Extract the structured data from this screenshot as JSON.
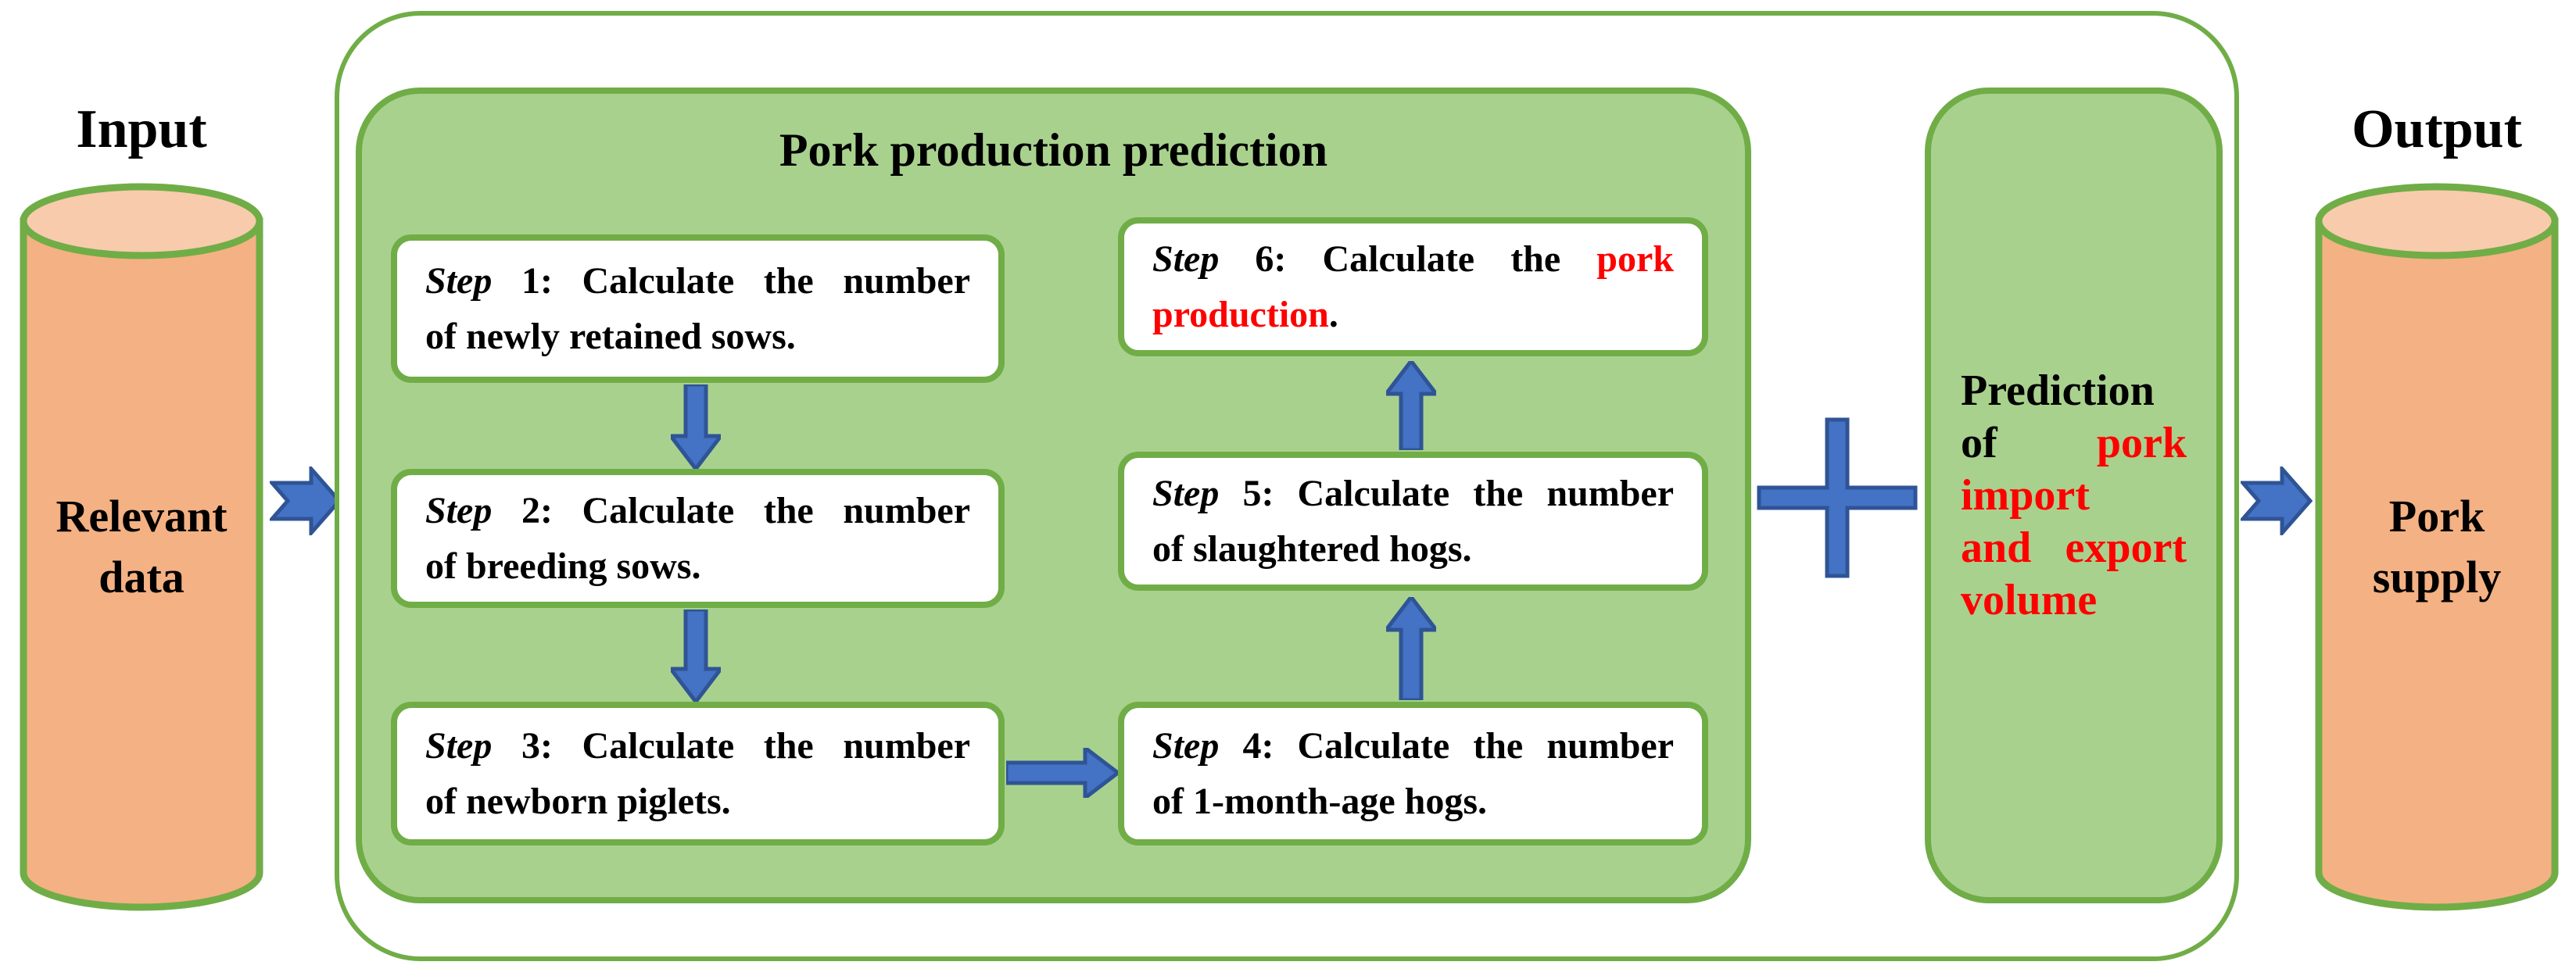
{
  "labels": {
    "input": "Input",
    "output": "Output"
  },
  "input_cylinder": {
    "line1": "Relevant",
    "line2": "data"
  },
  "output_cylinder": {
    "line1": "Pork",
    "line2": "supply"
  },
  "main_box": {
    "title": "Pork production prediction"
  },
  "steps": [
    {
      "step_word": "Step",
      "step_num": "1:",
      "words": [
        "Calculate",
        "the",
        "number"
      ],
      "line2": "of newly retained sows."
    },
    {
      "step_word": "Step",
      "step_num": "2:",
      "words": [
        "Calculate",
        "the",
        "number"
      ],
      "line2": "of breeding sows."
    },
    {
      "step_word": "Step",
      "step_num": "3:",
      "words": [
        "Calculate",
        "the",
        "number"
      ],
      "line2": "of newborn piglets."
    },
    {
      "step_word": "Step",
      "step_num": "4:",
      "words": [
        "Calculate",
        "the",
        "number"
      ],
      "line2": "of 1-month-age hogs."
    },
    {
      "step_word": "Step",
      "step_num": "5:",
      "words": [
        "Calculate",
        "the",
        "number"
      ],
      "line2": "of slaughtered hogs."
    },
    {
      "step_word": "Step",
      "step_num": "6:",
      "words": [
        "Calculate",
        "the",
        "pork"
      ],
      "line2_red": "production",
      "line2_end": "."
    }
  ],
  "import_export_box": {
    "l1": "Prediction",
    "l2a": "of",
    "l2b": "pork",
    "l3": "import",
    "l4a": "and",
    "l4b": "export",
    "l5": "volume"
  },
  "icons": {
    "plus": "plus-icon",
    "arrow_right": "arrow-right-icon",
    "arrow_down": "arrow-down-icon",
    "arrow_up": "arrow-up-icon"
  },
  "colors": {
    "green_border": "#70ad47",
    "green_fill": "#a9d18e",
    "orange_body": "#f4b183",
    "orange_top": "#f8cbad",
    "blue_fill": "#4472c4",
    "blue_stroke": "#2f5496",
    "red": "#ff0000",
    "text_black": "#000000"
  }
}
